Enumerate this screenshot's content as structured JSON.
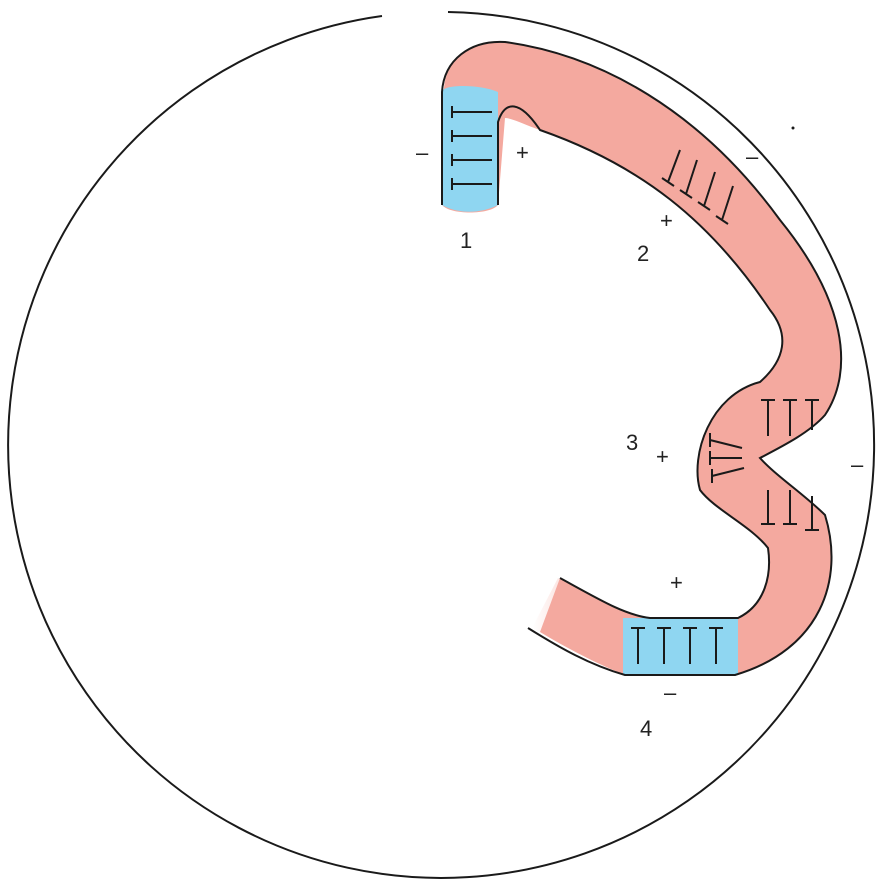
{
  "colors": {
    "cortex_fill": "#f4a99f",
    "sulcus_fill": "#8fd6f1",
    "outline": "#1a1a1a",
    "text": "#222222"
  },
  "regions": [
    {
      "number": "1",
      "fill": "sulcus",
      "dipoles": 4,
      "left_sign": "–",
      "right_sign": "+"
    },
    {
      "number": "2",
      "fill": "cortex",
      "dipoles": 4,
      "signs": [
        "–",
        "+"
      ]
    },
    {
      "number": "3",
      "fill": "cortex",
      "dipoles": 9,
      "signs": [
        "+",
        "–"
      ]
    },
    {
      "number": "4",
      "fill": "sulcus",
      "dipoles": 4,
      "signs": [
        "+",
        "–"
      ]
    }
  ]
}
